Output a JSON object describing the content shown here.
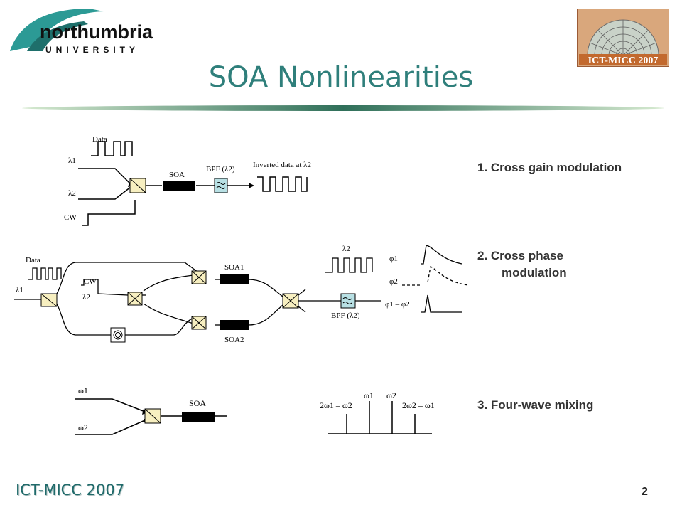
{
  "header": {
    "logo_name": "northumbria",
    "logo_sub": "UNIVERSITY",
    "badge_text": "ICT-MICC 2007"
  },
  "title": "SOA Nonlinearities",
  "items": {
    "xgm": "1. Cross gain modulation",
    "xpm_line1": "2. Cross phase",
    "xpm_line2": "modulation",
    "fwm": "3. Four-wave mixing"
  },
  "diagram1": {
    "data": "Data",
    "lambda1": "λ1",
    "lambda2": "λ2",
    "cw": "CW",
    "soa": "SOA",
    "bpf": "BPF (λ2)",
    "inverted": "Inverted data at λ2"
  },
  "diagram2": {
    "data": "Data",
    "lambda1": "λ1",
    "cw": "CW",
    "lambda2": "λ2",
    "soa1": "SOA1",
    "soa2": "SOA2",
    "out_lambda2": "λ2",
    "bpf": "BPF (λ2)",
    "phi1": "φ1",
    "phi2": "φ2",
    "phi_diff": "φ1 – φ2"
  },
  "diagram3": {
    "omega1": "ω1",
    "omega2": "ω2",
    "soa": "SOA",
    "spec_left": "2ω1 – ω2",
    "spec_w1": "ω1",
    "spec_w2": "ω2",
    "spec_right": "2ω2 – ω1"
  },
  "footer": {
    "conference": "ICT-MICC 2007",
    "slide_number": "2"
  }
}
